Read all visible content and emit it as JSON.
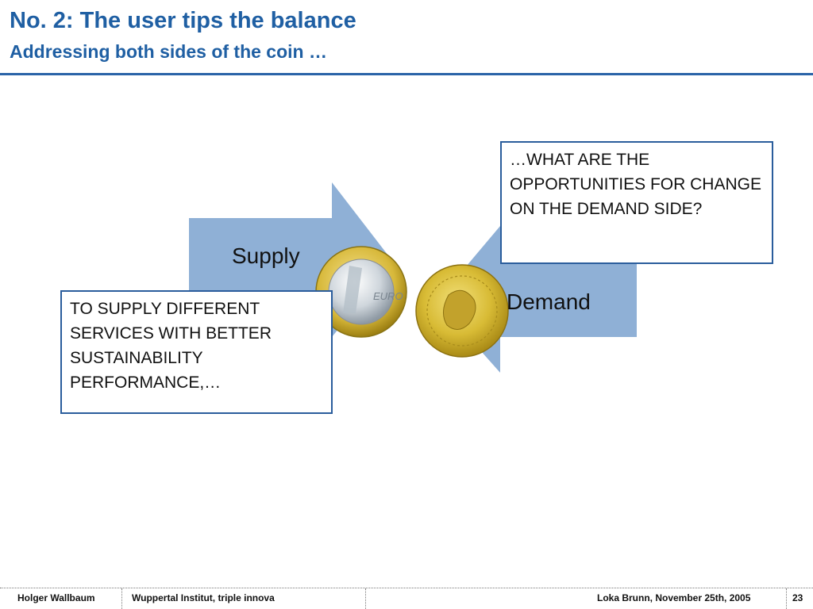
{
  "slide": {
    "title": "No. 2: The user tips the balance",
    "subtitle": "Addressing both sides of the coin …"
  },
  "diagram": {
    "supply_label": "Supply",
    "demand_label": "Demand",
    "arrow_color": "#8fb0d6",
    "box_border_color": "#2a5d9c",
    "left_box_text": "TO SUPPLY DIFFERENT SERVICES WITH BETTER SUSTAINABILITY PERFORMANCE,…",
    "right_box_text": "…WHAT ARE THE OPPORTUNITIES FOR CHANGE ON THE DEMAND SIDE?",
    "coins": [
      "euro-coin",
      "dutch-euro-coin"
    ]
  },
  "footer": {
    "author": "Holger Wallbaum",
    "organization": "Wuppertal Institut, triple innova",
    "event": "Loka Brunn, November 25th, 2005",
    "page_number": "23"
  }
}
